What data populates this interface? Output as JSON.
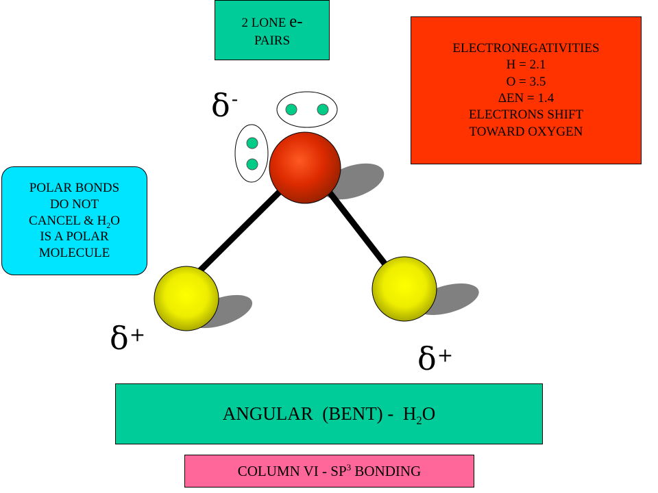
{
  "lone_pairs_box": {
    "line1_prefix": "2 LONE ",
    "line1_big": "e-",
    "line2": "PAIRS"
  },
  "electronegativity_box": {
    "line1": "ELECTRONEGATIVITIES",
    "line2": "H = 2.1",
    "line3": "O = 3.5",
    "line4": "ΔEN = 1.4",
    "line5": "ELECTRONS SHIFT",
    "line6": "TOWARD OXYGEN"
  },
  "polar_box": {
    "line1": "POLAR BONDS",
    "line2": "DO NOT",
    "line3_a": "CANCEL & H",
    "line3_sub": "2",
    "line3_b": "O",
    "line4": "IS A POLAR",
    "line5": "MOLECULE"
  },
  "shape_box": {
    "text_a": "ANGULAR  (BENT) -  H",
    "text_sub": "2",
    "text_b": "O"
  },
  "column_box": {
    "text_a": "COLUMN VI - SP",
    "text_sup": "3",
    "text_b": " BONDING"
  },
  "partial_charges": {
    "oxygen": {
      "symbol": "δ",
      "sign": "-"
    },
    "hydrogen_left": {
      "symbol": "δ",
      "sign": "+"
    },
    "hydrogen_right": {
      "symbol": "δ",
      "sign": "+"
    }
  },
  "colors": {
    "oxygen": "#cc2200",
    "hydrogen": "#e6e600",
    "electron": "#00cc88",
    "bond": "#000000",
    "shadow": "#808080"
  }
}
